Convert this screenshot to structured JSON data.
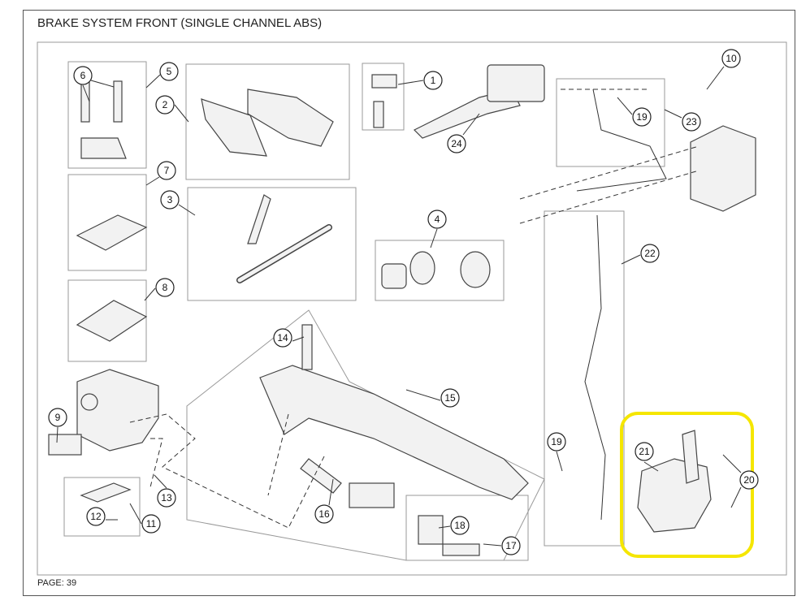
{
  "title": "BRAKE SYSTEM FRONT (SINGLE CHANNEL ABS)",
  "page_label": "PAGE: 39",
  "highlight_color": "#f5e600",
  "callouts": {
    "c1": "1",
    "c2": "2",
    "c3": "3",
    "c4": "4",
    "c5": "5",
    "c6": "6",
    "c7": "7",
    "c8": "8",
    "c9": "9",
    "c10": "10",
    "c11": "11",
    "c12": "12",
    "c13": "13",
    "c14": "14",
    "c15": "15",
    "c16": "16",
    "c17": "17",
    "c18": "18",
    "c19a": "19",
    "c19b": "19",
    "c20": "20",
    "c21": "21",
    "c22": "22",
    "c23": "23",
    "c24": "24"
  }
}
